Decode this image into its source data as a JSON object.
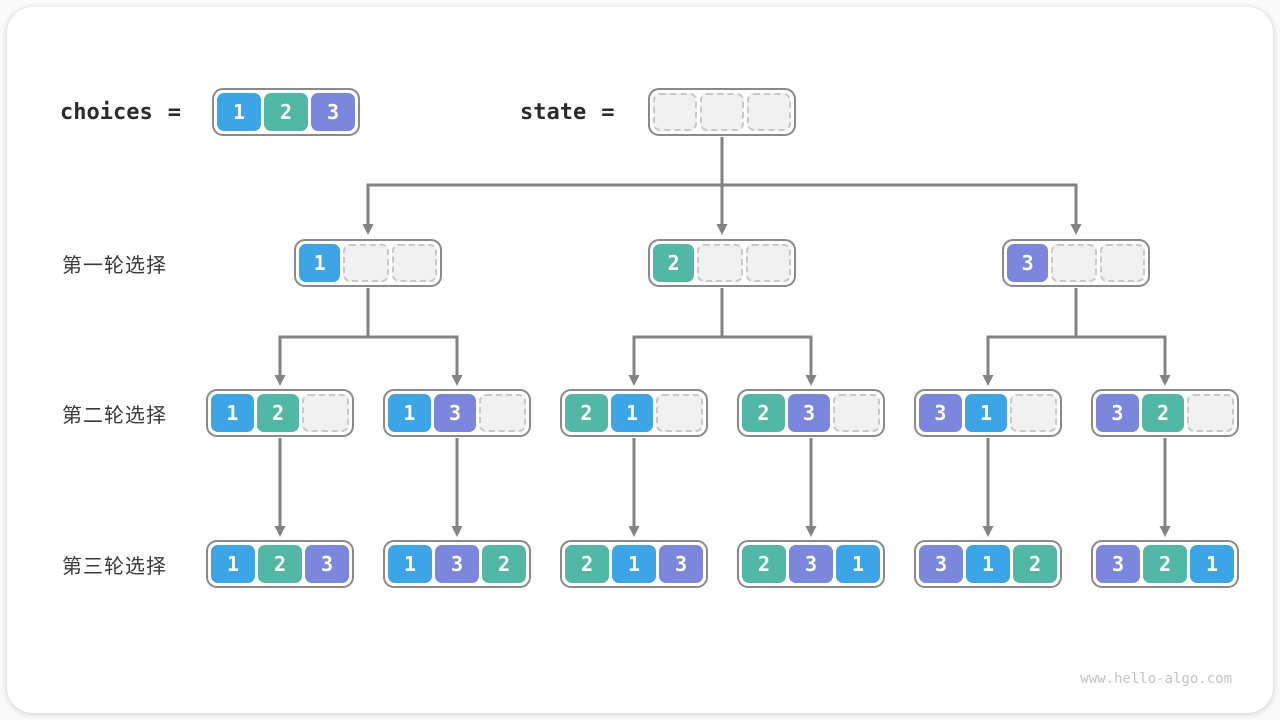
{
  "header": {
    "choices_label": "choices",
    "state_label": "state",
    "equals": "=",
    "choices_cells": [
      1,
      2,
      3
    ],
    "state_cells": [
      null,
      null,
      null
    ]
  },
  "rounds": [
    {
      "label": "第一轮选择",
      "boxes": [
        [
          1,
          null,
          null
        ],
        [
          2,
          null,
          null
        ],
        [
          3,
          null,
          null
        ]
      ]
    },
    {
      "label": "第二轮选择",
      "boxes": [
        [
          1,
          2,
          null
        ],
        [
          1,
          3,
          null
        ],
        [
          2,
          1,
          null
        ],
        [
          2,
          3,
          null
        ],
        [
          3,
          1,
          null
        ],
        [
          3,
          2,
          null
        ]
      ]
    },
    {
      "label": "第三轮选择",
      "boxes": [
        [
          1,
          2,
          3
        ],
        [
          1,
          3,
          2
        ],
        [
          2,
          1,
          3
        ],
        [
          2,
          3,
          1
        ],
        [
          3,
          1,
          2
        ],
        [
          3,
          2,
          1
        ]
      ]
    }
  ],
  "colors": {
    "1": "#3CA5E6",
    "2": "#52B8A6",
    "3": "#7B86DD",
    "empty_fill": "#F1F1F1",
    "empty_border": "#C9C9C9",
    "container_border": "#8A8A8A",
    "arrow": "#838383"
  },
  "watermark": "www.hello-algo.com"
}
